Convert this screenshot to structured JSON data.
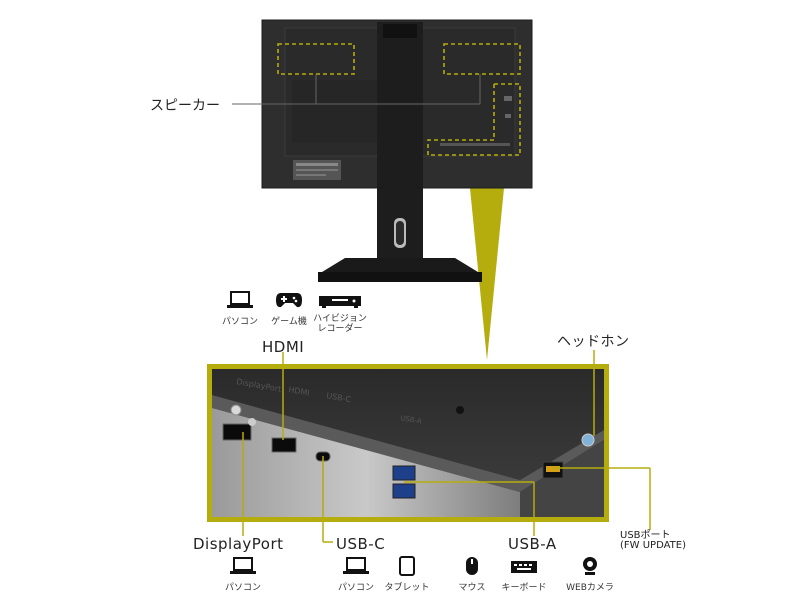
{
  "colors": {
    "accent": "#b5ad0e",
    "monitor": "#2b2b2b",
    "stand": "#1f1f1f"
  },
  "labels": {
    "speaker": "スピーカー",
    "hdmi": "HDMI",
    "headphone": "ヘッドホン",
    "displayport": "DisplayPort",
    "usbc": "USB-C",
    "usba": "USB-A",
    "usb_port_line1": "USBポート",
    "usb_port_line2": "(FW UPDATE)"
  },
  "hdmi_devices": [
    {
      "icon": "laptop-icon",
      "label": "パソコン"
    },
    {
      "icon": "gamepad-icon",
      "label": "ゲーム機"
    },
    {
      "icon": "recorder-icon",
      "label": "ハイビジョン\nレコーダー"
    }
  ],
  "displayport_devices": [
    {
      "icon": "laptop-icon",
      "label": "パソコン"
    }
  ],
  "usbc_devices": [
    {
      "icon": "laptop-icon",
      "label": "パソコン"
    },
    {
      "icon": "tablet-icon",
      "label": "タブレット"
    }
  ],
  "usba_devices": [
    {
      "icon": "mouse-icon",
      "label": "マウス"
    },
    {
      "icon": "keyboard-icon",
      "label": "キーボード"
    },
    {
      "icon": "webcam-icon",
      "label": "WEBカメラ"
    }
  ],
  "panel_text": {
    "port_dp": "DisplayPort",
    "port_hdmi": "HDMI",
    "port_usbc": "USB-C",
    "port_usba": "USB-A"
  }
}
